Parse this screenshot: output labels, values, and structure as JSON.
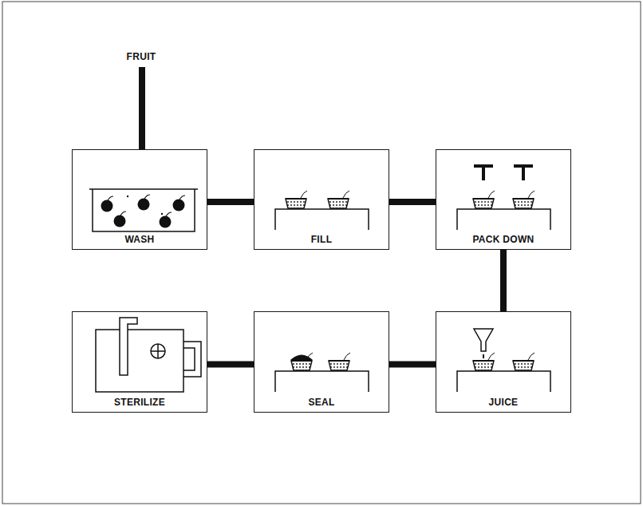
{
  "diagram": {
    "nodes": [
      {
        "text": [
          "WASH"
        ]
      },
      {
        "text": [
          "FILL"
        ]
      },
      {
        "text": [
          "PACK DOWN"
        ]
      },
      {
        "text": [
          "STERILIZE"
        ]
      },
      {
        "text": [
          "SEAL"
        ]
      },
      {
        "text": [
          "JUICE"
        ]
      }
    ],
    "edges": [
      {
        "from": 0,
        "to": 1,
        "arrow": "none"
      },
      {
        "from": 1,
        "to": 2,
        "arrow": "none"
      },
      {
        "from": 2,
        "to": 5,
        "arrow": "none"
      },
      {
        "from": 5,
        "to": 4,
        "arrow": "none"
      },
      {
        "from": 4,
        "to": 3,
        "arrow": "none"
      }
    ],
    "labels": [
      "FRUIT"
    ]
  }
}
